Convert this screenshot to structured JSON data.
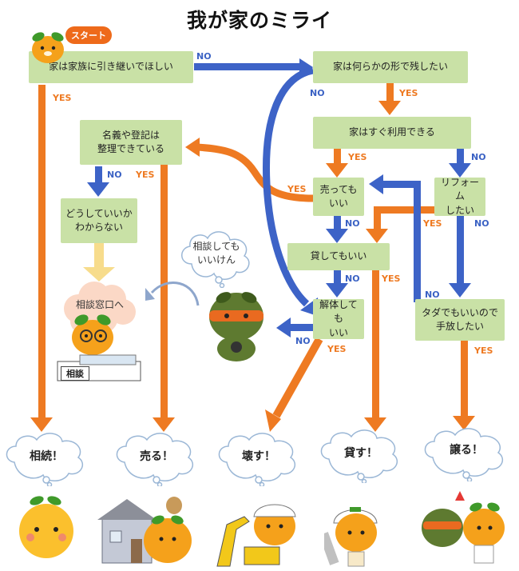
{
  "title": "我が家のミライ",
  "start": "スタート",
  "nodes": {
    "n1": "家は家族に引き継いでほしい",
    "n2": "家は何らかの形で残したい",
    "n3": "家はすぐ利用できる",
    "n4": "名義や登記は\n整理できている",
    "n5": "売っても\nいい",
    "n6": "リフォーム\nしたい",
    "n7": "どうしていいか\nわからない",
    "n8": "貸してもいい",
    "n9": "解体しても\nいい",
    "n10": "タダでもいいので\n手放したい"
  },
  "consult": "相談窓口へ",
  "consult_sign": "相談",
  "speech": "相談しても\nいいけん",
  "yes": "YES",
  "no": "NO",
  "outcomes": [
    "相続！",
    "売る！",
    "壊す！",
    "貸す！",
    "譲る！"
  ],
  "colors": {
    "yes_arrow": "#ee7a22",
    "no_arrow": "#3d63c7",
    "node_fill": "#c9e1a6",
    "hint_arrow": "#f7dc8c"
  }
}
